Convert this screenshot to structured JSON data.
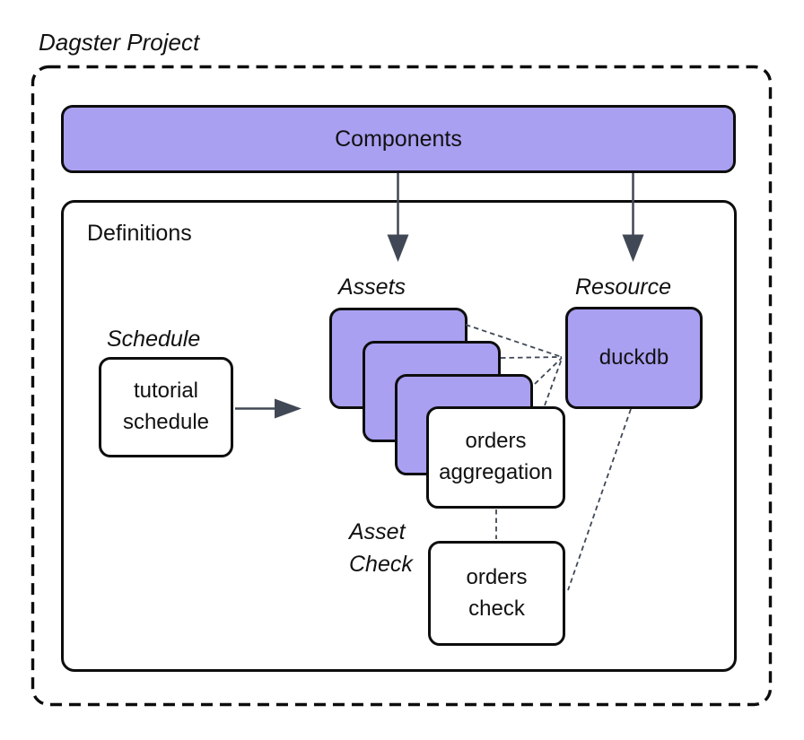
{
  "title": "Dagster Project",
  "components": {
    "label": "Components"
  },
  "definitions": {
    "label": "Definitions",
    "schedule": {
      "group_label": "Schedule",
      "node_label": "tutorial schedule"
    },
    "assets": {
      "group_label": "Assets",
      "stacked_asset_count": 3,
      "front_node_label": "orders aggregation"
    },
    "resource": {
      "group_label": "Resource",
      "node_label": "duckdb"
    },
    "asset_check": {
      "group_label": "Asset Check",
      "node_label": "orders check"
    }
  },
  "colors": {
    "node_fill": "#a9a0f2",
    "node_border": "#0d0d0d",
    "arrow": "#414855",
    "connector": "#3f4856",
    "background": "#ffffff",
    "text": "#111111"
  }
}
